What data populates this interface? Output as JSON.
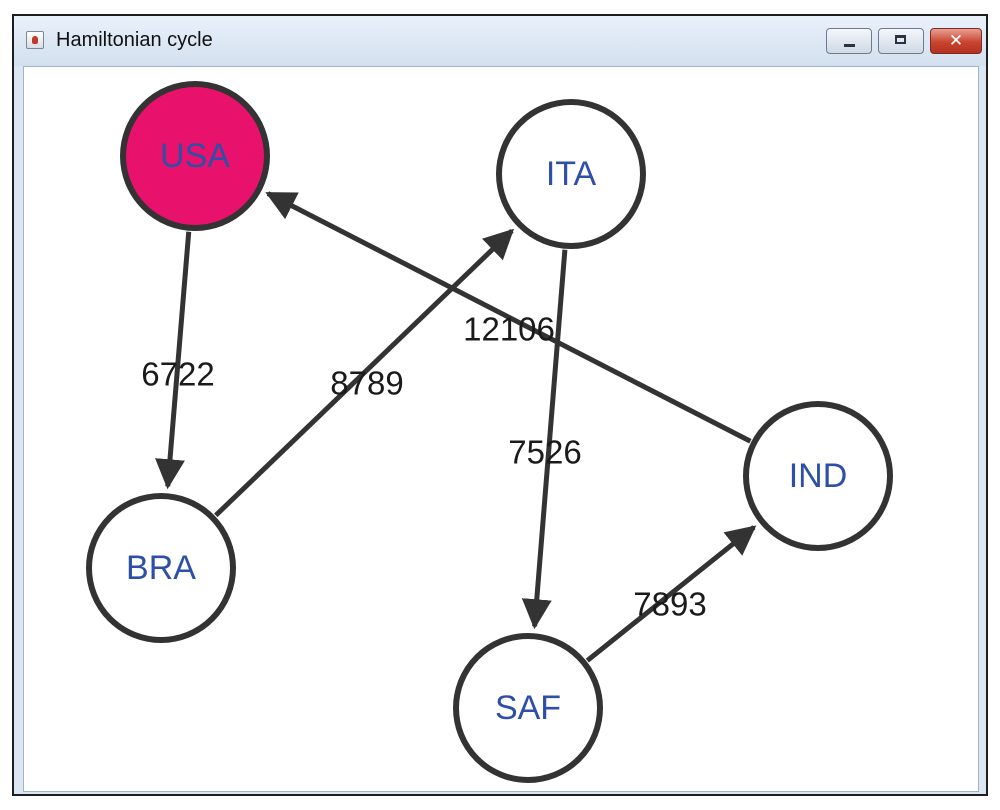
{
  "window": {
    "title": "Hamiltonian cycle",
    "icon": "java-cup-icon",
    "controls": [
      "minimize-icon",
      "maximize-icon",
      "close-icon"
    ]
  },
  "graph": {
    "nodes": [
      {
        "id": "USA",
        "label": "USA",
        "fill": "#e8116b",
        "highlighted": true
      },
      {
        "id": "ITA",
        "label": "ITA",
        "fill": "#ffffff",
        "highlighted": false
      },
      {
        "id": "BRA",
        "label": "BRA",
        "fill": "#ffffff",
        "highlighted": false
      },
      {
        "id": "IND",
        "label": "IND",
        "fill": "#ffffff",
        "highlighted": false
      },
      {
        "id": "SAF",
        "label": "SAF",
        "fill": "#ffffff",
        "highlighted": false
      }
    ],
    "edges": [
      {
        "from": "USA",
        "to": "BRA",
        "weight": "6722"
      },
      {
        "from": "BRA",
        "to": "ITA",
        "weight": "8789"
      },
      {
        "from": "ITA",
        "to": "SAF",
        "weight": "7526"
      },
      {
        "from": "SAF",
        "to": "IND",
        "weight": "7893"
      },
      {
        "from": "IND",
        "to": "USA",
        "weight": "12106"
      }
    ],
    "colors": {
      "node_stroke": "#333333",
      "edge": "#333333",
      "node_label": "#2e4fa8",
      "edge_label": "#1a1a1a"
    }
  }
}
